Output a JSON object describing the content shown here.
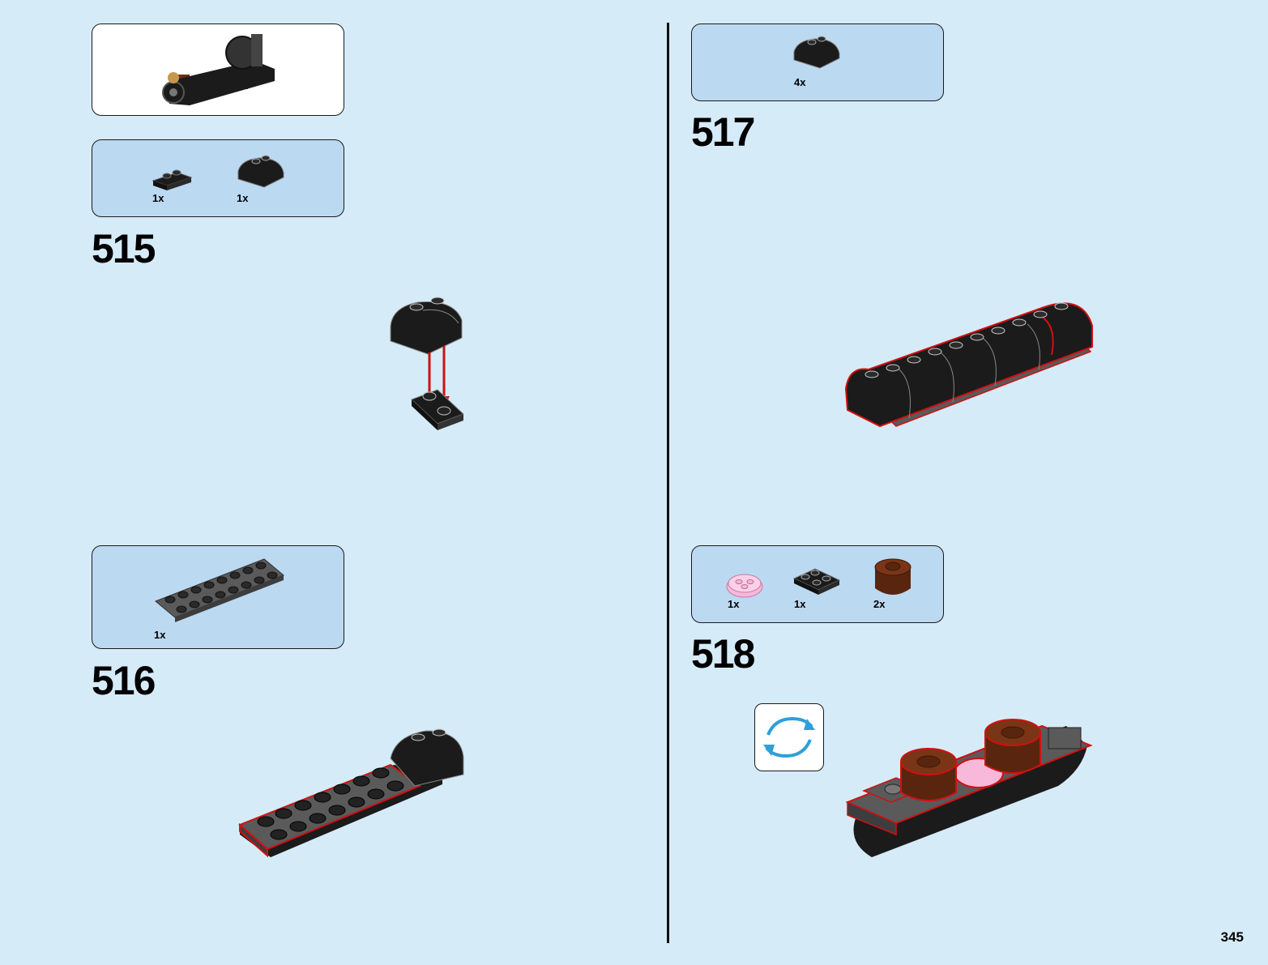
{
  "page": {
    "number": "345"
  },
  "steps": [
    {
      "number": "515",
      "parts": [
        {
          "qty": "1x",
          "icon": "black-plate-1x2-icon"
        },
        {
          "qty": "1x",
          "icon": "black-curved-slope-icon"
        }
      ]
    },
    {
      "number": "516",
      "parts": [
        {
          "qty": "1x",
          "icon": "dark-gray-plate-2x8-icon"
        }
      ]
    },
    {
      "number": "517",
      "parts": [
        {
          "qty": "4x",
          "icon": "black-curved-slope-icon"
        }
      ]
    },
    {
      "number": "518",
      "parts": [
        {
          "qty": "1x",
          "icon": "pink-round-plate-icon"
        },
        {
          "qty": "1x",
          "icon": "black-plate-2x2-icon"
        },
        {
          "qty": "2x",
          "icon": "brown-round-brick-icon"
        }
      ]
    }
  ],
  "colors": {
    "background": "#d6ebf8",
    "parts_box": "#bcd9f2",
    "highlight": "#d01012",
    "brick_black": "#1b1b1b",
    "brick_gray": "#5a5a5a",
    "brown": "#6a2e12",
    "pink": "#f7b8da",
    "rotate_arrow": "#2f9fd8"
  }
}
